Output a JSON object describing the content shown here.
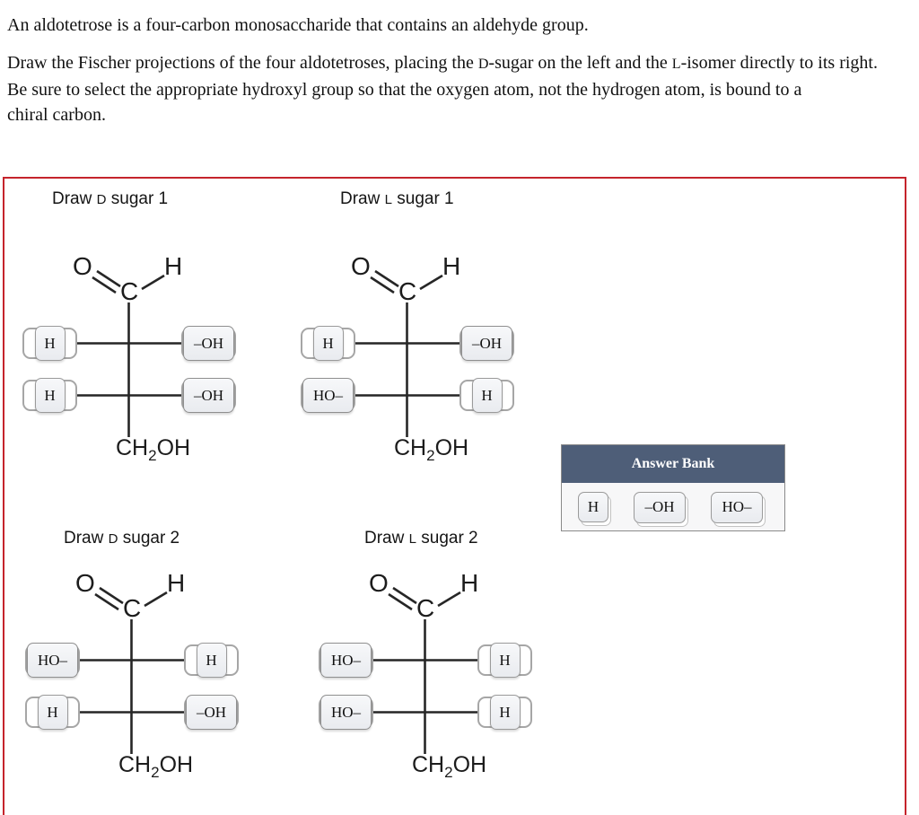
{
  "intro": {
    "p1": "An aldotetrose is a four-carbon monosaccharide that contains an aldehyde group.",
    "p2_part1": "Draw the Fischer projections of the four aldotetroses, placing the ",
    "p2_d": "D",
    "p2_part2": "-sugar on the left and the ",
    "p2_l": "L",
    "p2_part3": "-isomer directly to its right.",
    "p2_part4": "Be sure to select the appropriate hydroxyl group so that the oxygen atom, not the hydrogen atom, is bound to a",
    "p2_part5": "chiral carbon."
  },
  "atoms": {
    "oxygen": "O",
    "carbon": "C",
    "hydrogen": "H",
    "ch2oh_c": "CH",
    "ch2oh_sub": "2",
    "ch2oh_oh": "OH"
  },
  "structures": [
    {
      "key": "d-sugar-1",
      "title_draw": "Draw ",
      "iso": "D",
      "title_rest": " sugar 1",
      "row1_left": "H",
      "row1_right": "–OH",
      "row2_left": "H",
      "row2_right": "–OH"
    },
    {
      "key": "l-sugar-1",
      "title_draw": "Draw ",
      "iso": "L",
      "title_rest": " sugar 1",
      "row1_left": "H",
      "row1_right": "–OH",
      "row2_left": "HO–",
      "row2_right": "H"
    },
    {
      "key": "d-sugar-2",
      "title_draw": "Draw ",
      "iso": "D",
      "title_rest": " sugar 2",
      "row1_left": "HO–",
      "row1_right": "H",
      "row2_left": "H",
      "row2_right": "–OH"
    },
    {
      "key": "l-sugar-2",
      "title_draw": "Draw ",
      "iso": "L",
      "title_rest": " sugar 2",
      "row1_left": "HO–",
      "row1_right": "H",
      "row2_left": "HO–",
      "row2_right": "H"
    }
  ],
  "answer_bank": {
    "title": "Answer Bank",
    "items": [
      "H",
      "–OH",
      "HO–"
    ],
    "header_color": "#4e5e78"
  },
  "frame_color": "#c5242c"
}
